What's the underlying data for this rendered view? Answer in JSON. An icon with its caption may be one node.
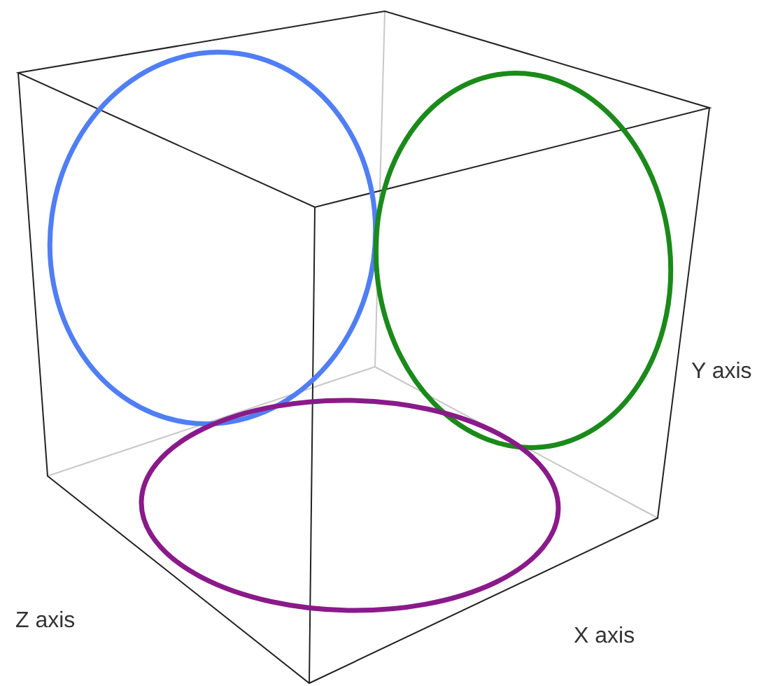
{
  "diagram": {
    "labels": [
      "Y axis",
      "Z axis",
      "X axis"
    ]
  }
}
